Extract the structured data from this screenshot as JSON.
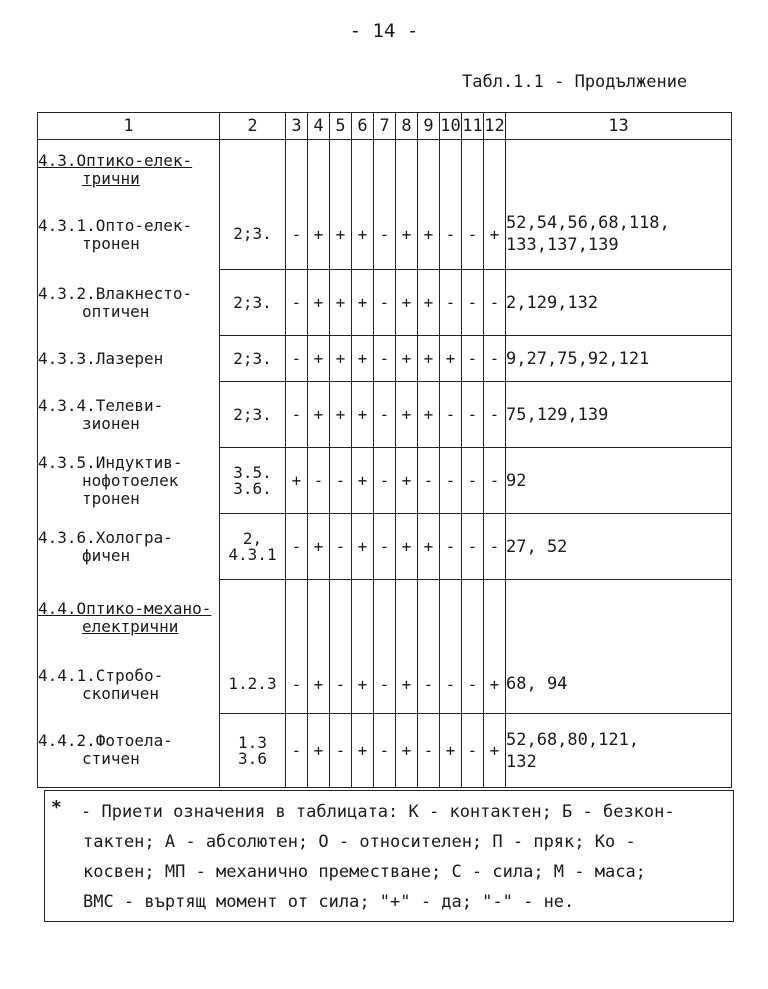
{
  "page_number": "- 14 -",
  "caption": "Табл.1.1 - Продължение",
  "headers": [
    "1",
    "2",
    "3",
    "4",
    "5",
    "6",
    "7",
    "8",
    "9",
    "10",
    "11",
    "12",
    "13"
  ],
  "rows": [
    {
      "c1": [
        "4.3.Оптико-елек-",
        "трични"
      ],
      "c1_section": true,
      "c2": "",
      "signs": [
        "",
        "",
        "",
        "",
        "",
        "",
        "",
        "",
        "",
        ""
      ],
      "c13": "",
      "sep": false
    },
    {
      "c1": [
        "4.3.1.Опто-елек-",
        "тронен"
      ],
      "c1_section": false,
      "c2": "2;3.",
      "signs": [
        "-",
        "+",
        "+",
        "+",
        "-",
        "+",
        "+",
        "-",
        "-",
        "+"
      ],
      "c13": "52,54,56,68,118,\n133,137,139",
      "sep": false
    },
    {
      "c1": [
        "4.3.2.Влакнесто-",
        "оптичен"
      ],
      "c1_section": false,
      "c2": "2;3.",
      "signs": [
        "-",
        "+",
        "+",
        "+",
        "-",
        "+",
        "+",
        "-",
        "-",
        "-"
      ],
      "c13": "2,129,132",
      "sep": true
    },
    {
      "c1": [
        "4.3.3.Лазерен"
      ],
      "c1_section": false,
      "c2": "2;3.",
      "signs": [
        "-",
        "+",
        "+",
        "+",
        "-",
        "+",
        "+",
        "+",
        "-",
        "-"
      ],
      "c13": "9,27,75,92,121",
      "sep": true
    },
    {
      "c1": [
        "4.3.4.Телеви-",
        "зионен"
      ],
      "c1_section": false,
      "c2": "2;3.",
      "signs": [
        "-",
        "+",
        "+",
        "+",
        "-",
        "+",
        "+",
        "-",
        "-",
        "-"
      ],
      "c13": "75,129,139",
      "sep": true
    },
    {
      "c1": [
        "4.3.5.Индуктив-",
        "нофотоелек",
        "тронен"
      ],
      "c1_section": false,
      "c2": "3.5.\n3.6.",
      "signs": [
        "+",
        "-",
        "-",
        "+",
        "-",
        "+",
        "-",
        "-",
        "-",
        "-"
      ],
      "c13": "92",
      "sep": true
    },
    {
      "c1": [
        "4.3.6.Хологра-",
        "фичен"
      ],
      "c1_section": false,
      "c2": "2,\n4.3.1",
      "signs": [
        "-",
        "+",
        "-",
        "+",
        "-",
        "+",
        "+",
        "-",
        "-",
        "-"
      ],
      "c13": "27, 52",
      "sep": true
    },
    {
      "c1": [
        "4.4.Оптико-механо-",
        "електрични"
      ],
      "c1_section": true,
      "c2": "",
      "signs": [
        "",
        "",
        "",
        "",
        "",
        "",
        "",
        "",
        "",
        ""
      ],
      "c13": "",
      "sep": true
    },
    {
      "c1": [
        "4.4.1.Стробо-",
        "скопичен"
      ],
      "c1_section": false,
      "c2": "1.2.3",
      "signs": [
        "-",
        "+",
        "-",
        "+",
        "-",
        "+",
        "-",
        "-",
        "-",
        "+"
      ],
      "c13": "68, 94",
      "sep": false
    },
    {
      "c1": [
        "4.4.2.Фотоела-",
        "стичен"
      ],
      "c1_section": false,
      "c2": "1.3\n3.6",
      "signs": [
        "-",
        "+",
        "-",
        "+",
        "-",
        "+",
        "-",
        "+",
        "-",
        "+"
      ],
      "c13": "52,68,80,121,\n132",
      "sep": true
    }
  ],
  "footnote": {
    "star": "*",
    "lines": [
      "- Приети означения в таблицата: К - контактен; Б - безкон-",
      "тактен; А - абсолютен; О - относителен; П - пряк; Ко -",
      "косвен; МП - механично преместване; С - сила; М - маса;",
      "ВМС - въртящ момент от сила; \"+\" - да; \"-\" - не."
    ]
  }
}
